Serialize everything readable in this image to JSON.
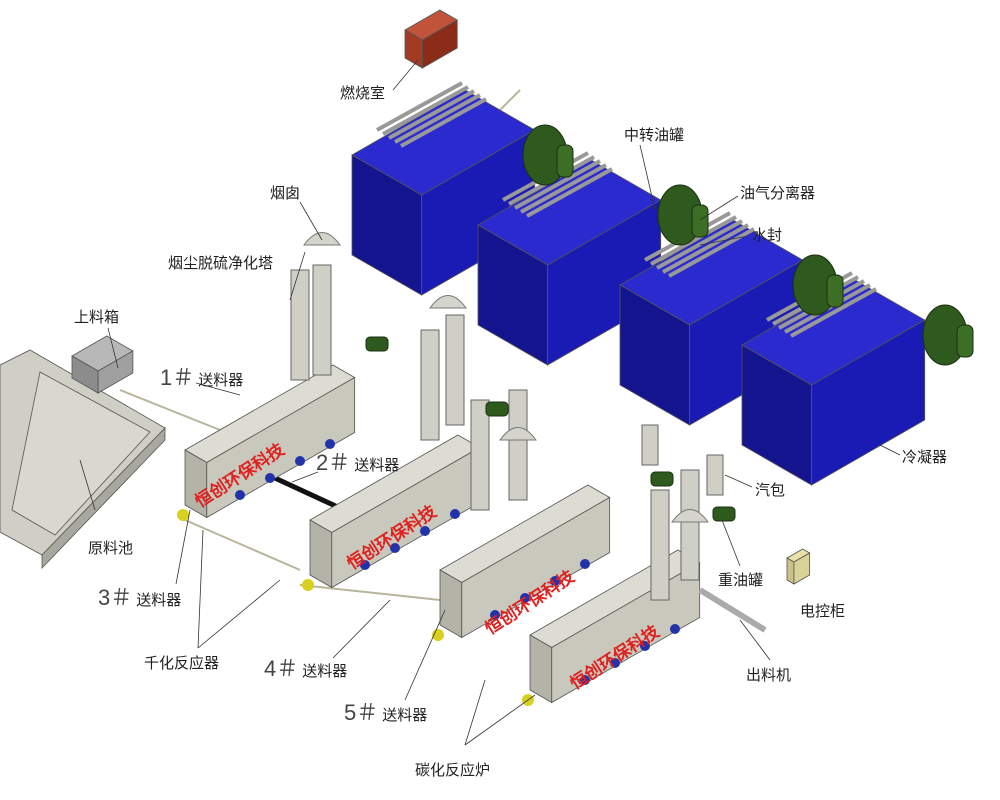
{
  "labels": {
    "combustion_chamber": "燃烧室",
    "transfer_oil_tank": "中转油罐",
    "oil_gas_separator": "油气分离器",
    "water_seal": "水封",
    "chimney": "烟囱",
    "dust_desulfurization_tower": "烟尘脱硫净化塔",
    "feed_box": "上料箱",
    "feeder_1_num": "1＃",
    "feeder_2_num": "2＃",
    "feeder_3_num": "3＃",
    "feeder_4_num": "4＃",
    "feeder_5_num": "5＃",
    "feeder_text": "送料器",
    "raw_material_pool": "原料池",
    "drying_reactor": "千化反应器",
    "carbonization_furnace": "碳化反应炉",
    "discharger": "出料机",
    "control_cabinet": "电控柜",
    "heavy_oil_tank": "重油罐",
    "steam_drum": "汽包",
    "condenser": "冷凝器"
  },
  "watermark": "恒创环保科技",
  "colors": {
    "condenser_blue": "#1a1ab4",
    "tank_green": "#2f5a1e",
    "reactor_grey": "#c9c8bd",
    "combustion_red": "#a33a22",
    "watermark_red": "#e0201e"
  }
}
